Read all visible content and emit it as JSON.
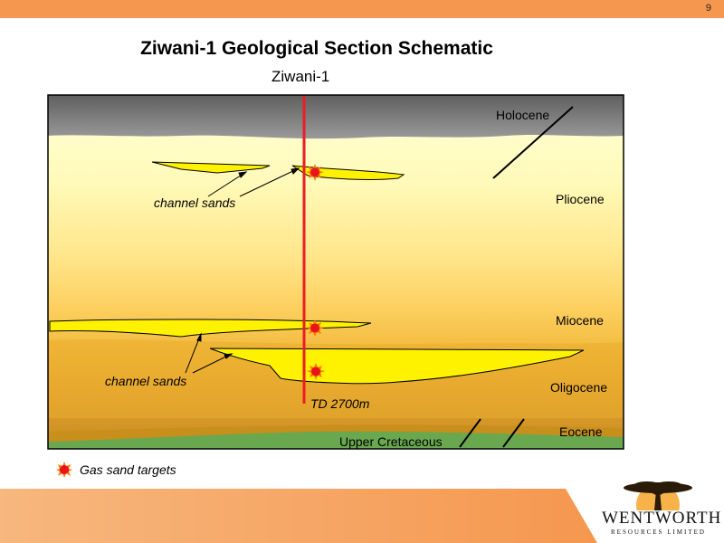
{
  "page_number": "9",
  "title": "Ziwani-1 Geological Section Schematic",
  "well_name": "Ziwani-1",
  "formations": {
    "holocene": "Holocene",
    "pliocene": "Pliocene",
    "miocene": "Miocene",
    "oligocene": "Oligocene",
    "eocene": "Eocene",
    "upper_cretaceous": "Upper Cretaceous"
  },
  "annotations": {
    "channel_sands_upper": "channel sands",
    "channel_sands_lower": "channel sands",
    "total_depth": "TD 2700m"
  },
  "legend": {
    "gas_sand_targets": "Gas sand targets"
  },
  "logo": {
    "name": "WENTWORTH",
    "subtitle": "RESOURCES LIMITED"
  },
  "colors": {
    "accent_orange": "#f5974f",
    "well_line": "#ee1c24",
    "gas_target": "#e8141c",
    "sand_yellow": "#fff200",
    "holocene_grey": "#7f7f7f",
    "cretaceous_green": "#69a84f"
  }
}
